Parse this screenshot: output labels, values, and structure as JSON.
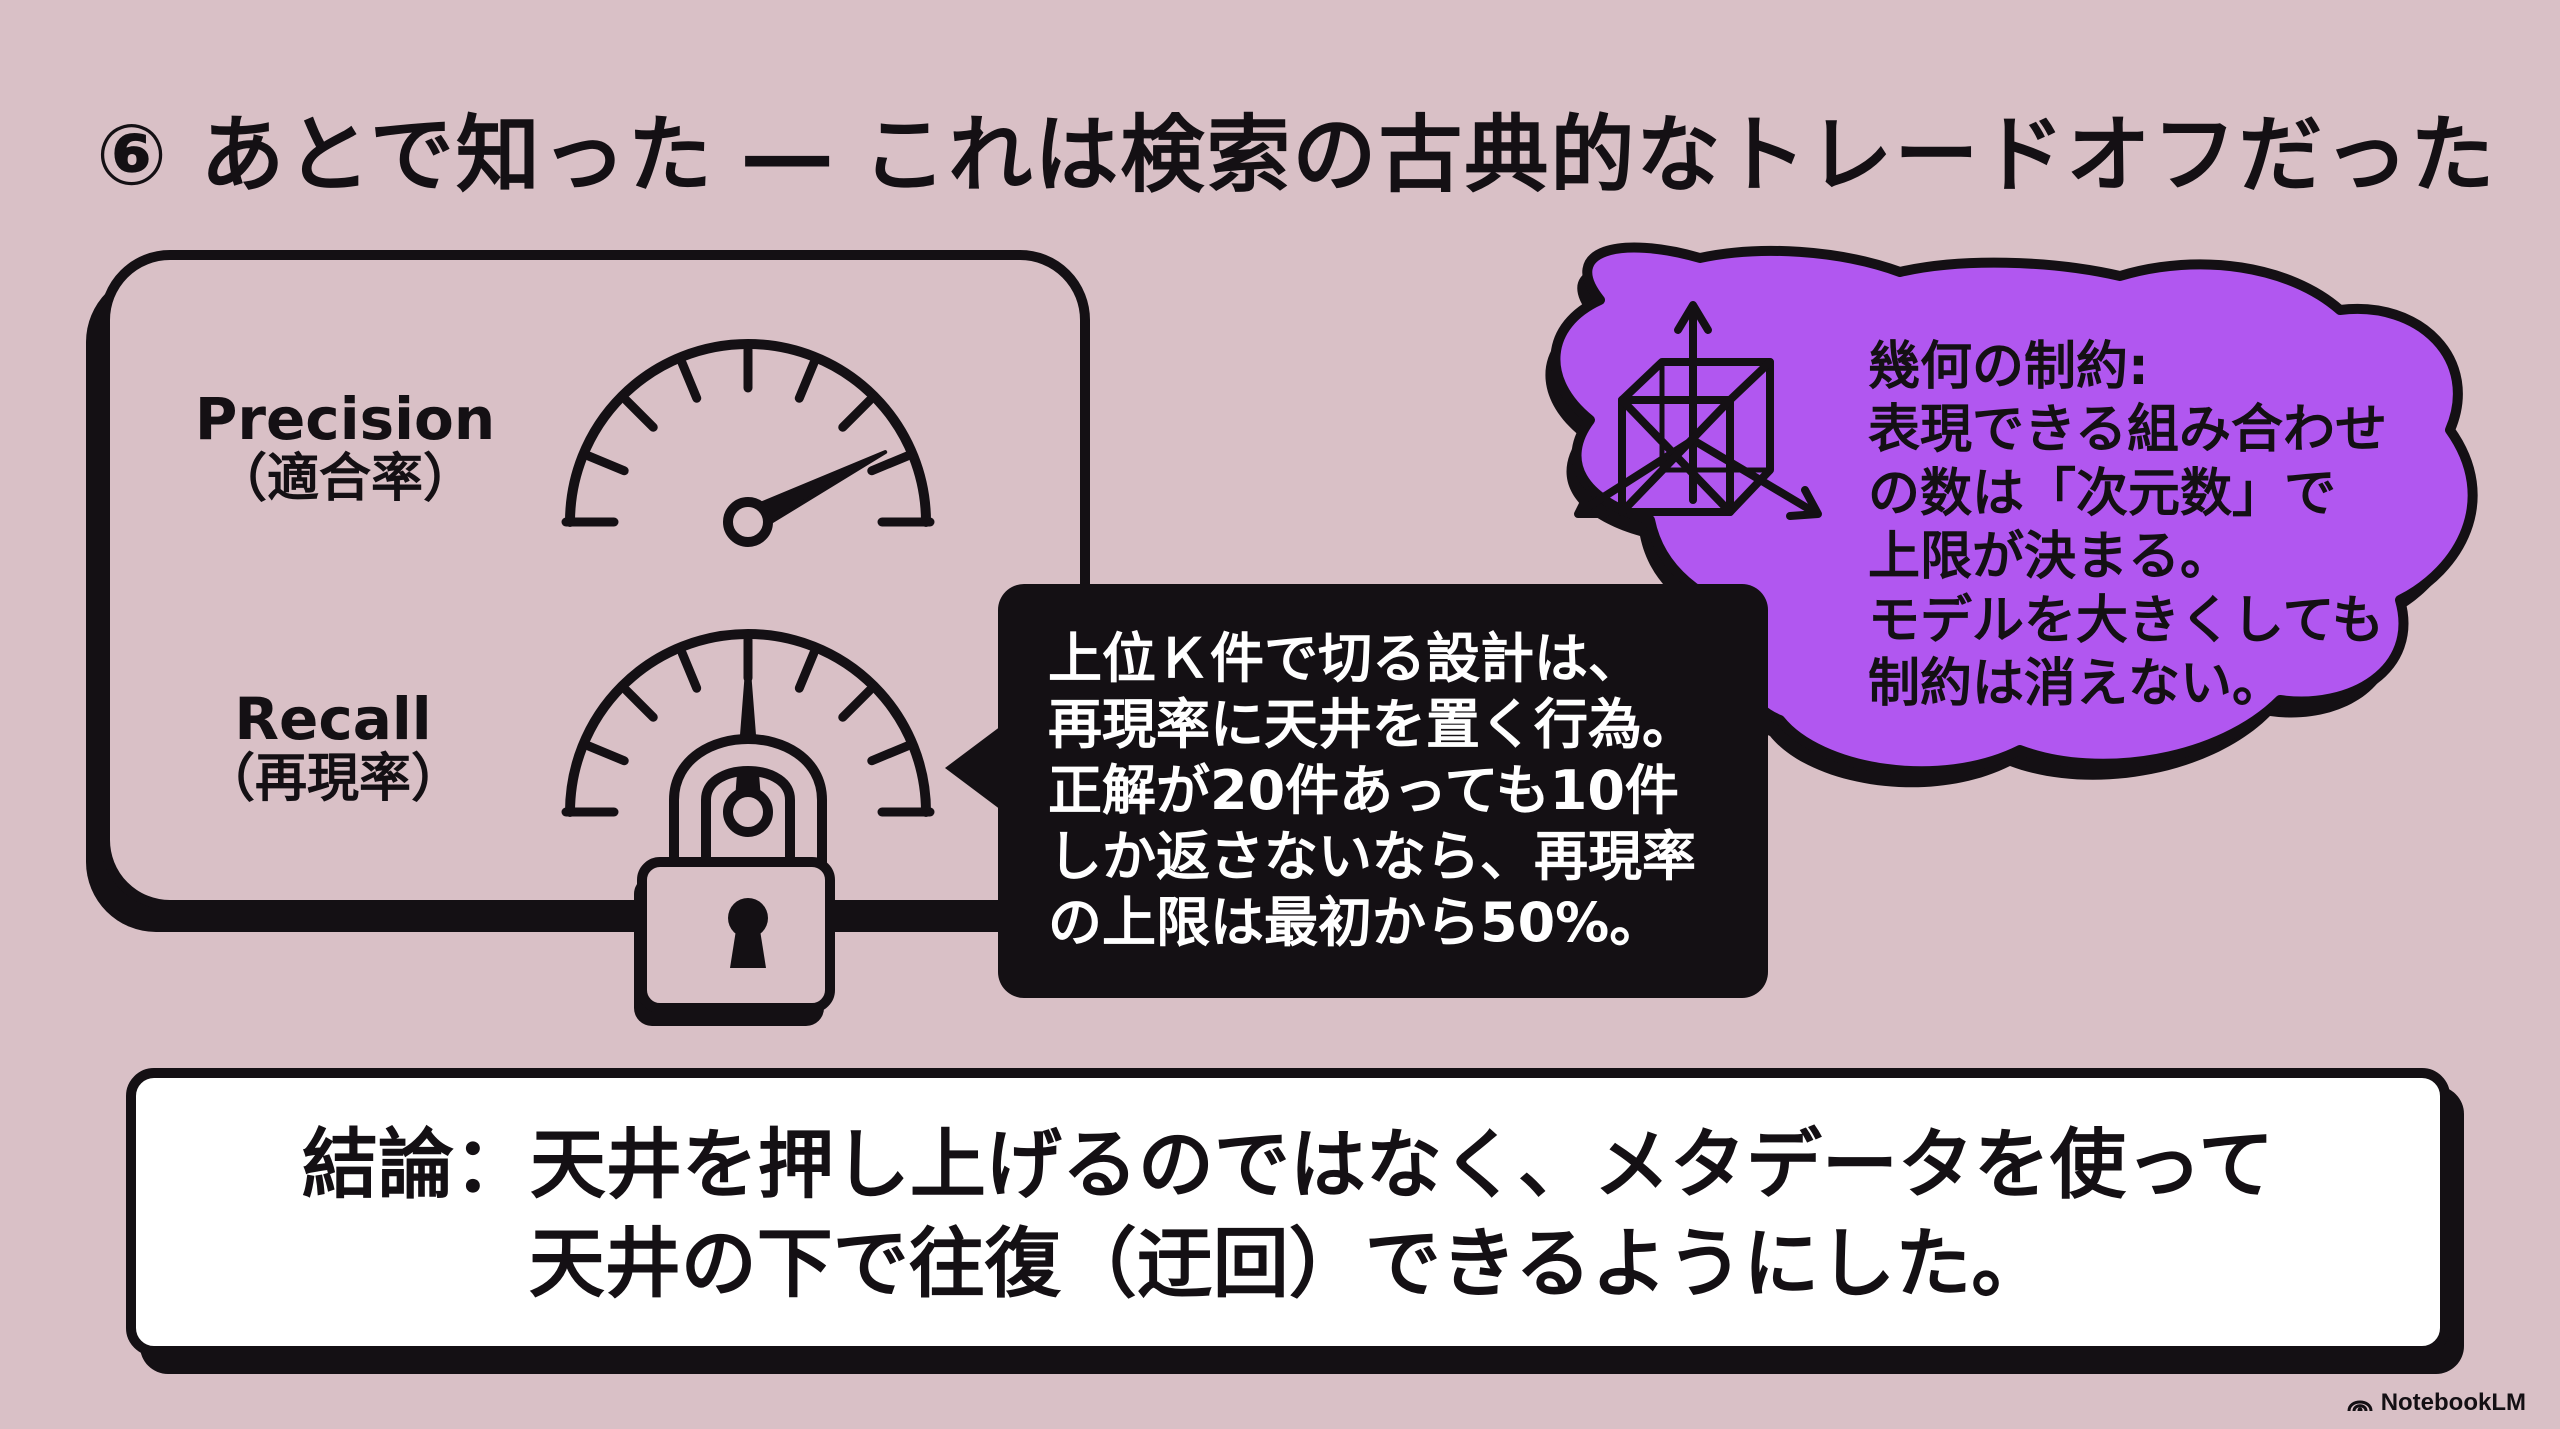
{
  "title": "⑥ あとで知った ― これは検索の古典的なトレードオフだった",
  "gauges": {
    "precision": {
      "label": "Precision",
      "sublabel": "（適合率）",
      "level": 0.85
    },
    "recall": {
      "label": "Recall",
      "sublabel": "（再現率）",
      "level": 0.5,
      "locked": true
    }
  },
  "callout": {
    "text": "上位Ｋ件で切る設計は、\n再現率に天井を置く行為。\n正解が20件あっても10件\nしか返さないなら、再現率\nの上限は最初から50%。"
  },
  "cloud": {
    "text": "幾何の制約:\n表現できる組み合わせ\nの数は「次元数」で\n上限が決まる。\nモデルを大きくしても\n制約は消えない。",
    "color": "#b157f0"
  },
  "conclusion": {
    "line1": "結論：天井を押し上げるのではなく、メタデータを使って",
    "line2": "天井の下で往復（迂回）できるようにした。"
  },
  "watermark": {
    "text": "NotebookLM",
    "icon": "notebooklm-logo-icon"
  },
  "colors": {
    "background": "#d9c0c6",
    "ink": "#141014",
    "accent": "#b157f0"
  }
}
